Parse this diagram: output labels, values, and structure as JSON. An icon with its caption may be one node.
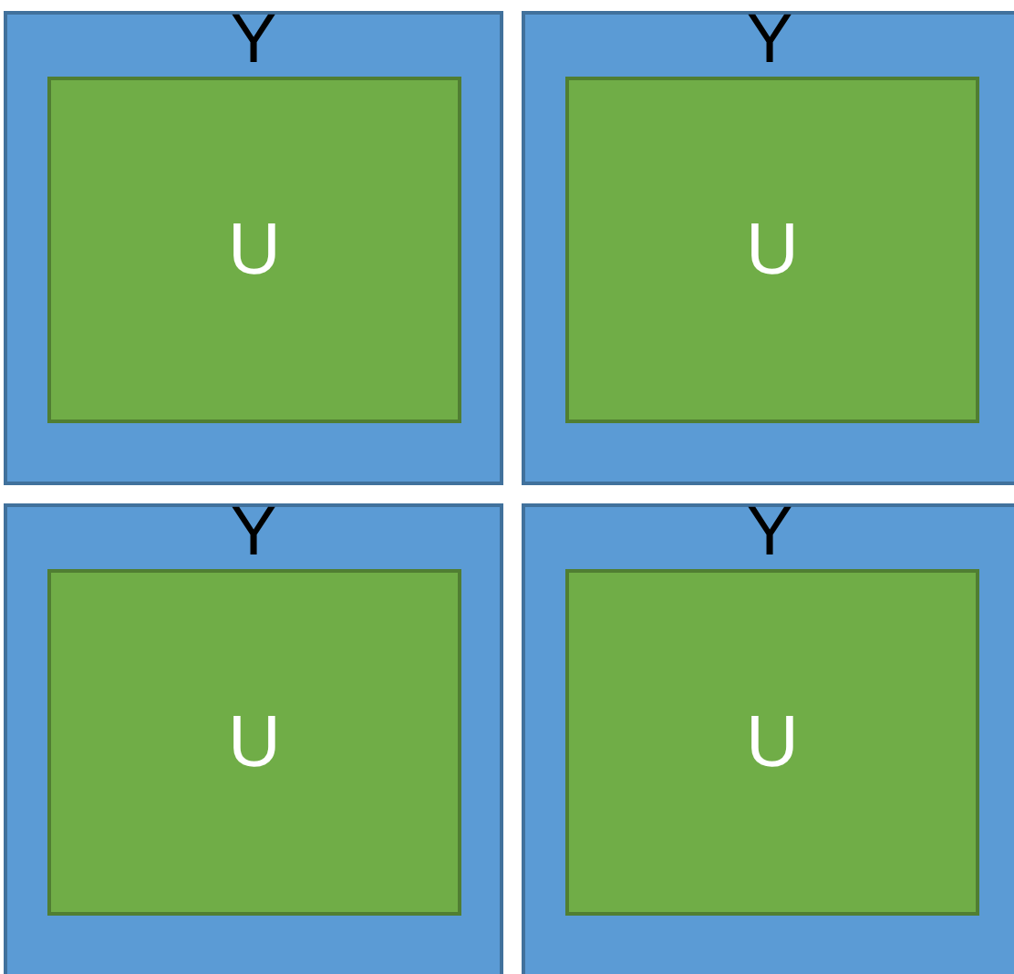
{
  "diagram": {
    "nodes": [
      {
        "text": [
          "Y"
        ]
      },
      {
        "text": [
          "U"
        ],
        "in": 0
      },
      {
        "text": [
          "Y"
        ]
      },
      {
        "text": [
          "U"
        ],
        "in": 2
      },
      {
        "text": [
          "Y"
        ]
      },
      {
        "text": [
          "U"
        ],
        "in": 4
      },
      {
        "text": [
          "Y"
        ]
      },
      {
        "text": [
          "U"
        ],
        "in": 6
      }
    ]
  }
}
